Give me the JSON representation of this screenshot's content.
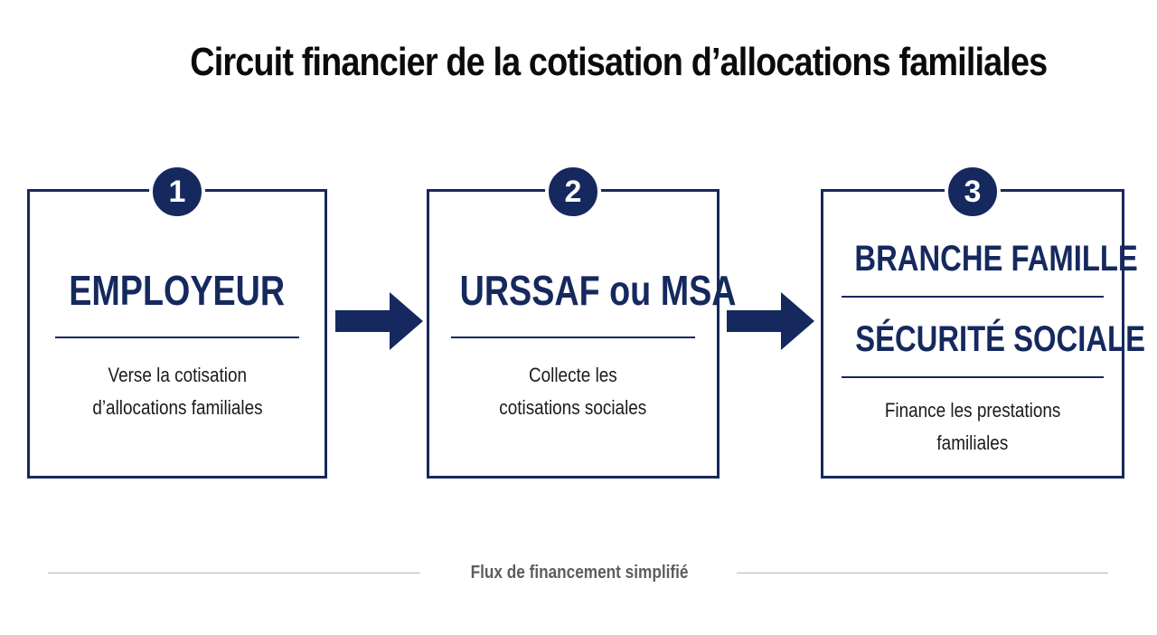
{
  "title": "Circuit financier de la cotisation d’allocations familiales",
  "steps": [
    {
      "number": "1",
      "heading": "EMPLOYEUR",
      "description_lines": [
        "Verse la cotisation",
        "d’allocations familiales"
      ]
    },
    {
      "number": "2",
      "heading": "URSSAF ou MSA",
      "description_lines": [
        "Collecte les",
        "cotisations sociales"
      ]
    },
    {
      "number": "3",
      "heading_lines": [
        "BRANCHE FAMILLE",
        "SÉCURITÉ SOCIALE"
      ],
      "description_lines": [
        "Finance les prestations",
        "familiales"
      ]
    }
  ],
  "footer": "Flux de financement simplifié",
  "colors": {
    "navy": "#15295e",
    "text": "#1b1b1b",
    "footer_text": "#5d5d5d",
    "footer_rule": "#b5b5b5"
  }
}
